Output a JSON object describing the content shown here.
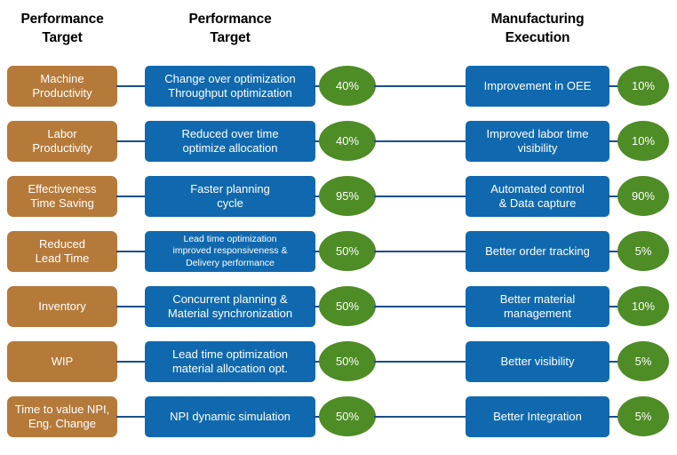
{
  "headers": {
    "left": "Performance\nTarget",
    "middle": "Performance\nTarget",
    "right": "Manufacturing\nExecution"
  },
  "colors": {
    "brown": "#B57A3A",
    "blue": "#1069AE",
    "green": "#4E8C25",
    "connector": "#1A4F8B",
    "background": "#FFFFFF",
    "header_text": "#000000",
    "node_text": "#FFFFFF"
  },
  "rows": [
    {
      "target": "Machine\nProductivity",
      "initiative": "Change over optimization\nThroughput optimization",
      "target_value": "40%",
      "execution": "Improvement in OEE",
      "execution_value": "10%",
      "initiative_small": false
    },
    {
      "target": "Labor\nProductivity",
      "initiative": "Reduced over time\noptimize allocation",
      "target_value": "40%",
      "execution": "Improved labor time\nvisibility",
      "execution_value": "10%",
      "initiative_small": false
    },
    {
      "target": "Effectiveness\nTime Saving",
      "initiative": "Faster planning\ncycle",
      "target_value": "95%",
      "execution": "Automated control\n& Data capture",
      "execution_value": "90%",
      "initiative_small": false
    },
    {
      "target": "Reduced\nLead Time",
      "initiative": "Lead time optimization\nimproved responsiveness &\nDelivery performance",
      "target_value": "50%",
      "execution": "Better order tracking",
      "execution_value": "5%",
      "initiative_small": true
    },
    {
      "target": "Inventory",
      "initiative": "Concurrent planning &\nMaterial synchronization",
      "target_value": "50%",
      "execution": "Better material\nmanagement",
      "execution_value": "10%",
      "initiative_small": false
    },
    {
      "target": "WIP",
      "initiative": "Lead time optimization\nmaterial allocation opt.",
      "target_value": "50%",
      "execution": "Better visibility",
      "execution_value": "5%",
      "initiative_small": false
    },
    {
      "target": "Time to value NPI,\nEng. Change",
      "initiative": "NPI dynamic simulation",
      "target_value": "50%",
      "execution": "Better Integration",
      "execution_value": "5%",
      "initiative_small": false
    }
  ],
  "layout": {
    "row_top_start": 74,
    "row_spacing": 62
  }
}
